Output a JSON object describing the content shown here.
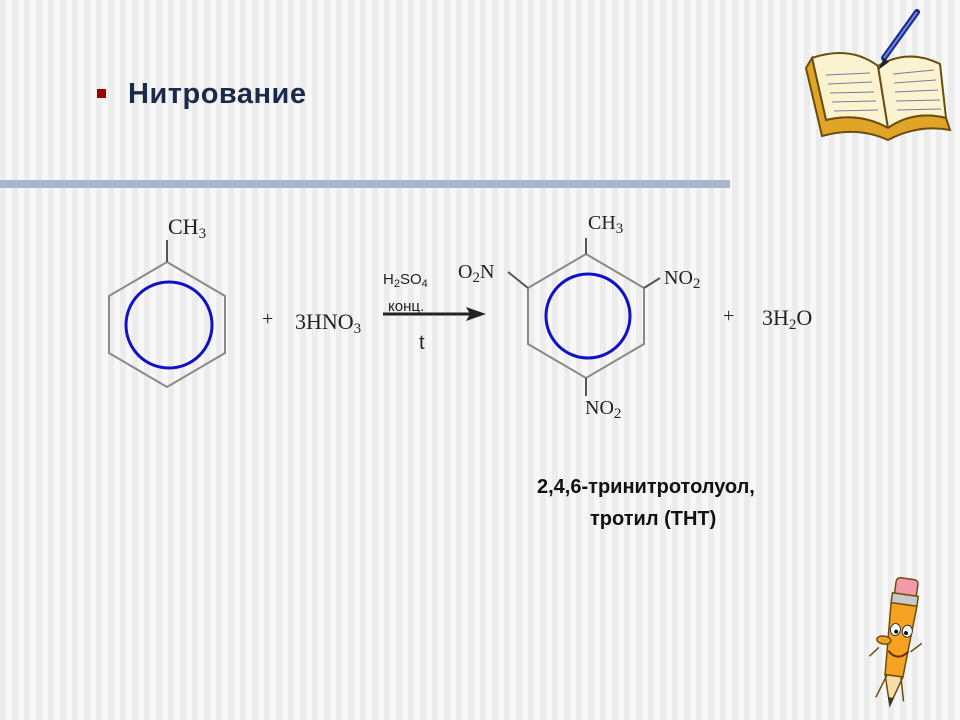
{
  "slide": {
    "title": "Нитрование"
  },
  "reaction": {
    "reactant": {
      "substituent": "CH",
      "substituent_sub": "3"
    },
    "plus1": "+",
    "reagent": {
      "text": "3HNO",
      "sub": "3"
    },
    "conditions": {
      "catalyst": "H",
      "catalyst_sub1": "2",
      "catalyst_mid": "SO",
      "catalyst_sub2": "4",
      "catalyst_note": "конц.",
      "temperature": "t"
    },
    "product": {
      "top": {
        "text": "CH",
        "sub": "3"
      },
      "left": {
        "pre": "O",
        "sub": "2",
        "post": "N"
      },
      "right": {
        "text": "NO",
        "sub": "2"
      },
      "bottom": {
        "text": "NO",
        "sub": "2"
      }
    },
    "plus2": "+",
    "byproduct": {
      "pre": "3H",
      "sub": "2",
      "post": "O"
    }
  },
  "product_name": {
    "line1": "2,4,6-тринитротолуол,",
    "line2": "тротил (ТНТ)"
  },
  "colors": {
    "accent_bullet": "#a00000",
    "title": "#1a2a4a",
    "ring_circle": "#1010c8",
    "rule": "#a9b7cc",
    "hexagon": "#8a8a8a"
  },
  "icons": [
    "open-book-icon",
    "quill-pen-icon",
    "pencil-character-icon"
  ]
}
